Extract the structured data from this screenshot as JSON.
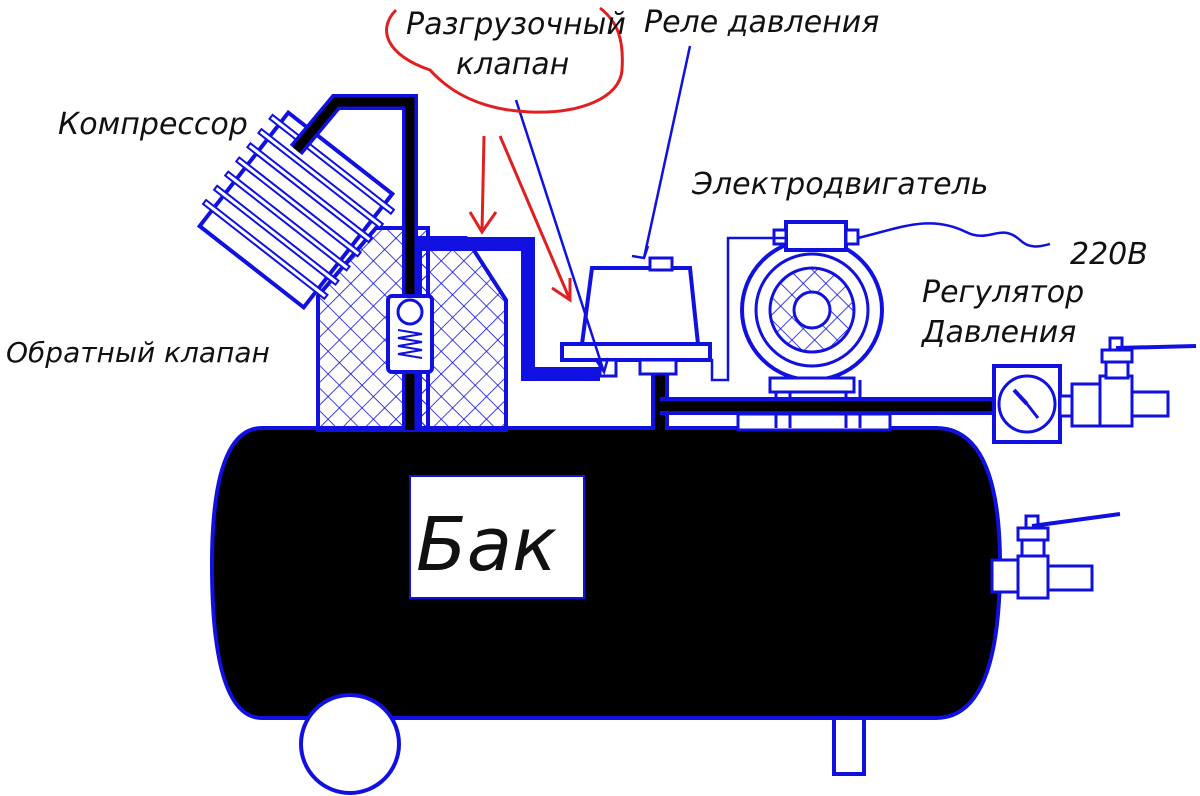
{
  "labels": {
    "unloading_valve_line1": "Разгрузочный",
    "unloading_valve_line2": "клапан",
    "pressure_relay": "Реле давления",
    "compressor": "Компрессор",
    "electric_motor": "Электродвигатель",
    "voltage": "220В",
    "pressure_regulator_line1": "Регулятор",
    "pressure_regulator_line2": "Давления",
    "check_valve": "Обратный клапан",
    "tank": "Бак"
  },
  "colors": {
    "outline": "#1010e0",
    "fill": "#000000",
    "annotation": "#e02020",
    "text": "#111111",
    "background": "#ffffff"
  }
}
